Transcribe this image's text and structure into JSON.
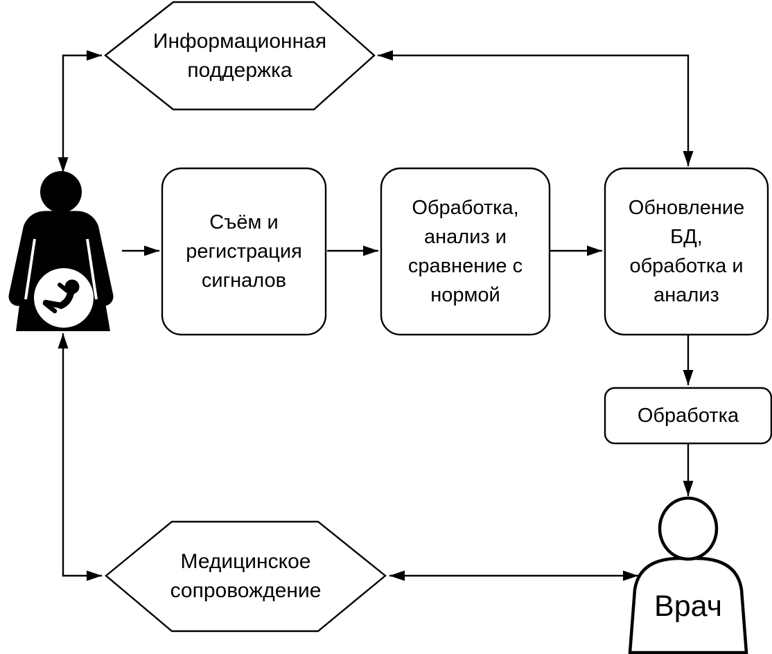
{
  "diagram": {
    "type": "flowchart",
    "language": "ru",
    "colors": {
      "line": "#000000",
      "node_fill": "#ffffff",
      "background": "#ffffff"
    },
    "nodes": {
      "hex_top": {
        "shape": "hexagon",
        "label": "Информационная\nподдержка"
      },
      "patient": {
        "shape": "icon",
        "icon": "pregnant-woman-icon",
        "label": ""
      },
      "box_signals": {
        "shape": "rounded-box",
        "label": "Съём и\nрегистрация\nсигналов"
      },
      "box_analysis": {
        "shape": "rounded-box",
        "label": "Обработка,\nанализ и\nсравнение с\nнормой"
      },
      "box_db": {
        "shape": "rounded-box",
        "label": "Обновление\nБД,\nобработка и\nанализ"
      },
      "box_small": {
        "shape": "rounded-box",
        "label": "Обработка"
      },
      "doctor": {
        "shape": "icon",
        "icon": "person-icon",
        "label": "Врач"
      },
      "hex_bottom": {
        "shape": "hexagon",
        "label": "Медицинское\nсопровождение"
      }
    },
    "edges": [
      {
        "from": "patient",
        "to": "hex_top",
        "type": "double-arrow"
      },
      {
        "from": "hex_top",
        "to": "box_db",
        "type": "double-arrow"
      },
      {
        "from": "patient",
        "to": "box_signals",
        "type": "arrow"
      },
      {
        "from": "box_signals",
        "to": "box_analysis",
        "type": "arrow"
      },
      {
        "from": "box_analysis",
        "to": "box_db",
        "type": "arrow"
      },
      {
        "from": "box_db",
        "to": "box_small",
        "type": "arrow"
      },
      {
        "from": "box_small",
        "to": "doctor",
        "type": "arrow"
      },
      {
        "from": "doctor",
        "to": "hex_bottom",
        "type": "double-arrow"
      },
      {
        "from": "hex_bottom",
        "to": "patient",
        "type": "double-arrow"
      }
    ]
  }
}
